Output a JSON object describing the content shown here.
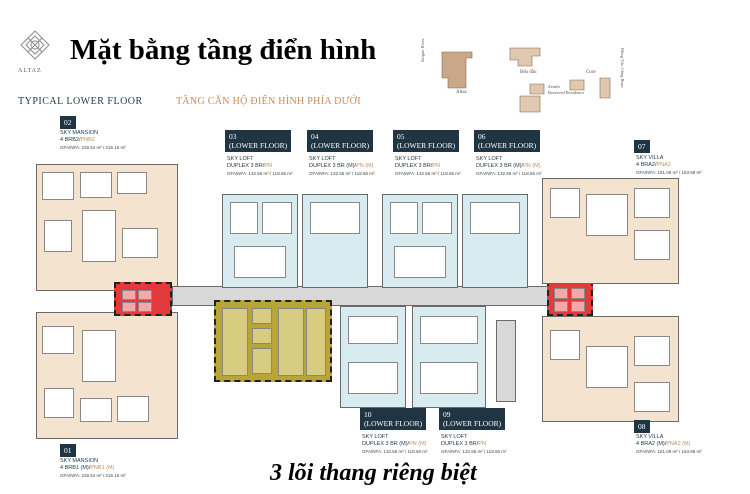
{
  "header": {
    "logo_brand": "ALTAZ",
    "title": "Mặt bằng tầng điển hình",
    "floor_label_en": "TYPICAL LOWER FLOOR",
    "floor_label_vi": "TẦNG CĂN HỘ ĐIỂN HÌNH PHÍA DƯỚI"
  },
  "keyplan": {
    "labels": [
      "Saigon River",
      "Altaz",
      "Bến đầu",
      "Zenith",
      "Reserved Residence",
      "Core",
      "Đông Văn Công Bouv"
    ]
  },
  "units": [
    {
      "id": "01",
      "type": "SKY MANSION",
      "layout": "4 BRB1 (M)/",
      "layout_accent": "PNB1 (M)",
      "gfa": "GFA/NFA: 239.54 m² / 216.16 m²"
    },
    {
      "id": "02",
      "type": "SKY MANSION",
      "layout": "4 BRB2/",
      "layout_accent": "PNB2",
      "gfa": "GFA/NFA: 239.54 m² / 216.16 m²"
    },
    {
      "id": "03",
      "label": "(LOWER FLOOR)",
      "type": "SKY LOFT",
      "layout": "DUPLEX 3 BR/",
      "layout_accent": "PN",
      "gfa": "GFA/NFA: 132.55 m² / 118.56 m²"
    },
    {
      "id": "04",
      "label": "(LOWER FLOOR)",
      "type": "SKY LOFT",
      "layout": "DUPLEX 3 BR (M)/",
      "layout_accent": "PN (M)",
      "gfa": "GFA/NFA: 132.55 m² / 118.56 m²"
    },
    {
      "id": "05",
      "label": "(LOWER FLOOR)",
      "type": "SKY LOFT",
      "layout": "DUPLEX 3 BR/",
      "layout_accent": "PN",
      "gfa": "GFA/NFA: 132.55 m² / 118.56 m²"
    },
    {
      "id": "06",
      "label": "(LOWER FLOOR)",
      "type": "SKY LOFT",
      "layout": "DUPLEX 3 BR (M)/",
      "layout_accent": "PN (M)",
      "gfa": "GFA/NFA: 132.55 m² / 118.56 m²"
    },
    {
      "id": "07",
      "type": "SKY VILLA",
      "layout": "4 BRA2/",
      "layout_accent": "PNA2",
      "gfa": "GFA/NFA: 181.09 m² / 163.68 m²"
    },
    {
      "id": "08",
      "type": "SKY VILLA",
      "layout": "4 BRA2 (M)/",
      "layout_accent": "PNA2 (M)",
      "gfa": "GFA/NFA: 181.09 m² / 163.68 m²"
    },
    {
      "id": "09",
      "label": "(LOWER FLOOR)",
      "type": "SKY LOFT",
      "layout": "DUPLEX 3 BR/",
      "layout_accent": "PN",
      "gfa": "GFA/NFA: 132.55 m² / 118.56 m²"
    },
    {
      "id": "10",
      "label": "(LOWER FLOOR)",
      "type": "SKY LOFT",
      "layout": "DUPLEX 3 BR (M)/",
      "layout_accent": "PN (M)",
      "gfa": "GFA/NFA: 132.55 m² / 118.56 m²"
    }
  ],
  "footer": {
    "caption": "3 lõi thang riêng biệt"
  },
  "colors": {
    "navy": "#1f3544",
    "accent": "#c88a5c",
    "apartment_warm": "#f3e3cf",
    "apartment_cool": "#d7ebf1",
    "core_red": "#e23a3a",
    "core_olive": "#b8a538"
  }
}
